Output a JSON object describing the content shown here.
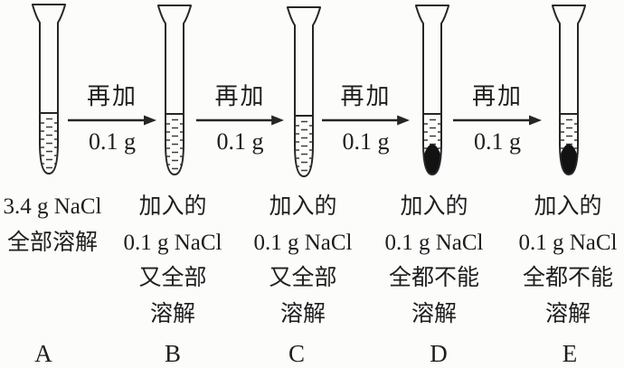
{
  "figure": {
    "description": "NaCl dissolving experiment across five test tubes",
    "background_color": "#fcfcfb",
    "ink_color": "#1e1e1e"
  },
  "arrows": [
    {
      "top_label": "再加",
      "bottom_label": "0.1 g"
    },
    {
      "top_label": "再加",
      "bottom_label": "0.1 g"
    },
    {
      "top_label": "再加",
      "bottom_label": "0.1 g"
    },
    {
      "top_label": "再加",
      "bottom_label": "0.1 g"
    }
  ],
  "tubes": [
    {
      "letter": "A",
      "precipitate": false
    },
    {
      "letter": "B",
      "precipitate": false
    },
    {
      "letter": "C",
      "precipitate": false
    },
    {
      "letter": "D",
      "precipitate": true
    },
    {
      "letter": "E",
      "precipitate": true
    }
  ],
  "columns": [
    {
      "letter": "A",
      "lines": [
        "3.4 g NaCl",
        "全部溶解"
      ]
    },
    {
      "letter": "B",
      "lines": [
        "加入的",
        "0.1 g NaCl",
        "又全部",
        "溶解"
      ]
    },
    {
      "letter": "C",
      "lines": [
        "加入的",
        "0.1 g NaCl",
        "又全部",
        "溶解"
      ]
    },
    {
      "letter": "D",
      "lines": [
        "加入的",
        "0.1 g NaCl",
        "全都不能",
        "溶解"
      ]
    },
    {
      "letter": "E",
      "lines": [
        "加入的",
        "0.1 g NaCl",
        "全都不能",
        "溶解"
      ]
    }
  ]
}
